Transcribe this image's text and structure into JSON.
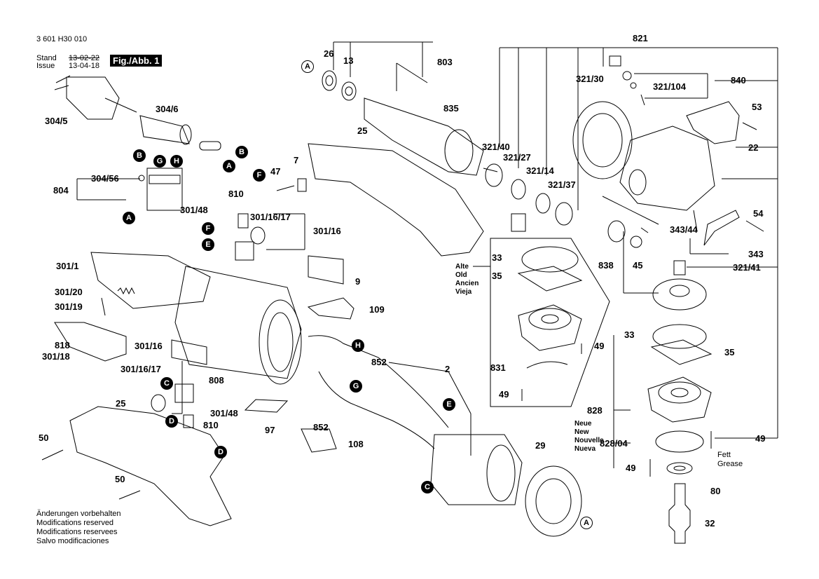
{
  "header": {
    "doc_number": "3 601 H30 010",
    "stand_label": "Stand",
    "issue_label": "Issue",
    "stand_date": "13-02-22",
    "issue_date": "13-04-18",
    "figure": "Fig./Abb. 1"
  },
  "part_labels": {
    "p304_5": "304/5",
    "p304_6": "304/6",
    "p804": "804",
    "p304_56": "304/56",
    "p301_48a": "301/48",
    "p810a": "810",
    "p301_16_17a": "301/16/17",
    "p301_16a": "301/16",
    "p301_1": "301/1",
    "p301_20": "301/20",
    "p301_19": "301/19",
    "p818": "818",
    "p301_18": "301/18",
    "p301_16b": "301/16",
    "p301_16_17b": "301/16/17",
    "p808": "808",
    "p301_48b": "301/48",
    "p810b": "810",
    "p97": "97",
    "p25a": "25",
    "p25b": "25",
    "p50a": "50",
    "p50b": "50",
    "p26": "26",
    "p13": "13",
    "p803": "803",
    "p835": "835",
    "p47": "47",
    "p7": "7",
    "p9": "9",
    "p109": "109",
    "p852a": "852",
    "p852b": "852",
    "p2": "2",
    "p108": "108",
    "p29": "29",
    "p821": "821",
    "p321_30": "321/30",
    "p321_104": "321/104",
    "p840": "840",
    "p53": "53",
    "p22": "22",
    "p321_40": "321/40",
    "p321_27": "321/27",
    "p321_14": "321/14",
    "p321_37": "321/37",
    "p54": "54",
    "p343_44": "343/44",
    "p343": "343",
    "p838": "838",
    "p45": "45",
    "p321_41": "321/41",
    "p33a": "33",
    "p35a": "35",
    "p49a": "49",
    "p831": "831",
    "p49b": "49",
    "p33b": "33",
    "p35b": "35",
    "p828": "828",
    "p828_04": "828/04",
    "p49c": "49",
    "p49d": "49",
    "p80": "80",
    "p32": "32"
  },
  "variant_old": [
    "Alte",
    "Old",
    "Ancien",
    "Vieja"
  ],
  "variant_new": [
    "Neue",
    "New",
    "Nouvelle",
    "Nueva"
  ],
  "grease": [
    "Fett",
    "Grease"
  ],
  "badges": {
    "A": "A",
    "B": "B",
    "C": "C",
    "D": "D",
    "E": "E",
    "F": "F",
    "G": "G",
    "H": "H"
  },
  "footer": [
    "Änderungen vorbehalten",
    "Modifications reserved",
    "Modifications reservees",
    "Salvo modificaciones"
  ]
}
